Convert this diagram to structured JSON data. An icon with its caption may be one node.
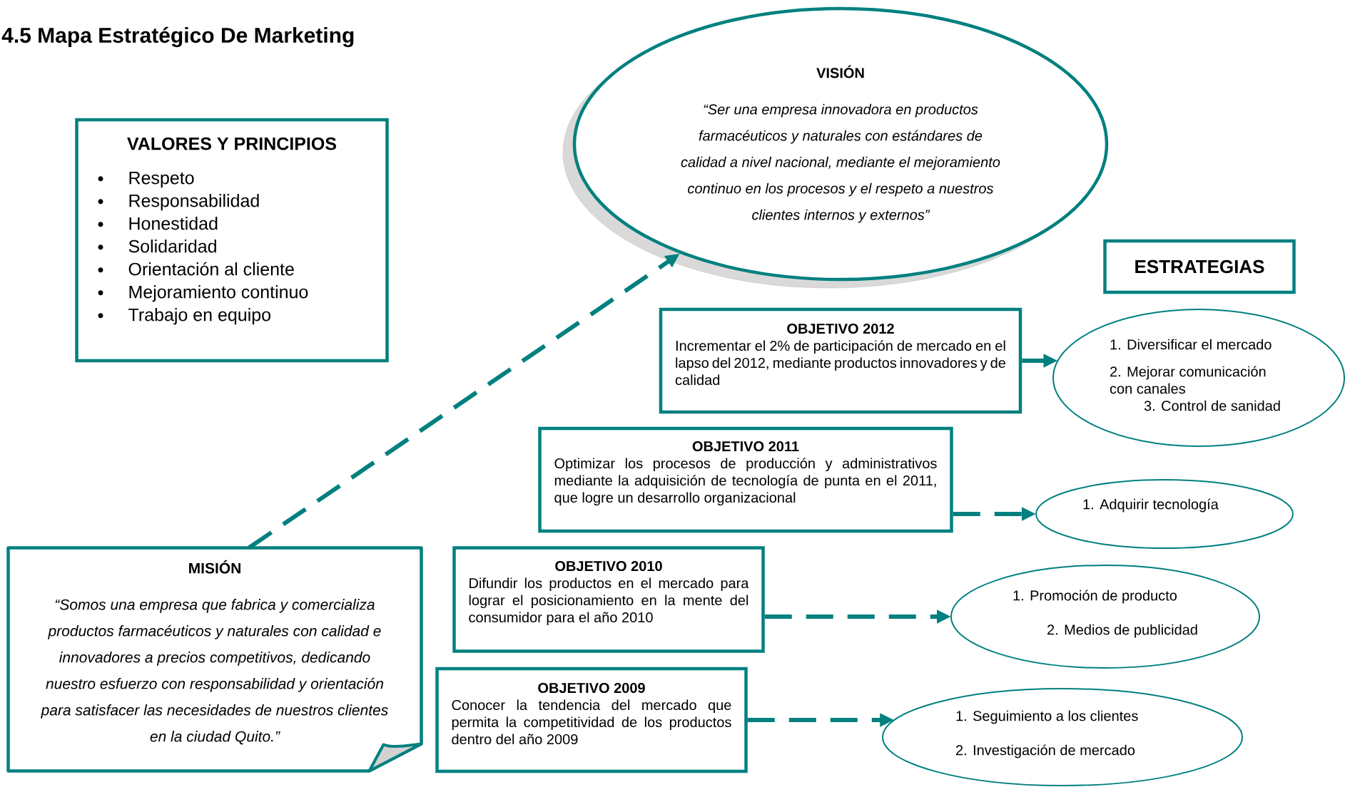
{
  "diagram": {
    "title": "4.5 Mapa Estratégico De Marketing",
    "nodes": [
      {
        "text": [
          "VISIÓN",
          "“Ser una empresa innovadora en productos farmacéuticos y naturales con estándares de calidad a nivel nacional, mediante el mejoramiento continuo en los procesos y el respeto a nuestros clientes internos y externos”"
        ]
      },
      {
        "text": [
          "VALORES Y PRINCIPIOS",
          "Respeto",
          "Responsabilidad",
          "Honestidad",
          "Solidaridad",
          "Orientación al cliente",
          "Mejoramiento continuo",
          "Trabajo en equipo"
        ]
      },
      {
        "text": [
          "ESTRATEGIAS"
        ]
      },
      {
        "text": [
          "OBJETIVO 2012",
          "Incrementar el 2% de participación de mercado en el lapso del 2012, mediante productos innovadores y de calidad"
        ]
      },
      {
        "text": [
          "1. Diversificar el mercado",
          "2. Mejorar comunicación con canales",
          "3. Control de sanidad"
        ]
      },
      {
        "text": [
          "OBJETIVO 2011",
          "Optimizar los procesos de producción y administrativos mediante la adquisición de tecnología de punta en el 2011, que logre un desarrollo organizacional"
        ]
      },
      {
        "text": [
          "1. Adquirir tecnología"
        ]
      },
      {
        "text": [
          "OBJETIVO 2010",
          "Difundir los productos en el mercado para lograr el posicionamiento en la mente del consumidor para el año 2010"
        ]
      },
      {
        "text": [
          "1. Promoción de producto",
          "2. Medios de publicidad"
        ]
      },
      {
        "text": [
          "OBJETIVO 2009",
          "Conocer la tendencia del mercado que permita la competitividad de los productos dentro del año 2009"
        ]
      },
      {
        "text": [
          "1. Seguimiento a los clientes",
          "2. Investigación de mercado"
        ]
      },
      {
        "text": [
          "MISIÓN",
          "“Somos una empresa que fabrica y comercializa productos farmacéuticos y naturales con calidad e innovadores a precios competitivos, dedicando nuestro esfuerzo con responsabilidad y orientación para satisfacer las necesidades de nuestros clientes en la ciudad Quito.”"
        ]
      }
    ],
    "edges": [
      {
        "from": 11,
        "to": 0,
        "arrow": "to",
        "style": "dashed"
      },
      {
        "from": 3,
        "to": 4,
        "arrow": "to",
        "style": "dashed"
      },
      {
        "from": 5,
        "to": 6,
        "arrow": "to",
        "style": "dashed"
      },
      {
        "from": 7,
        "to": 8,
        "arrow": "to",
        "style": "dashed"
      },
      {
        "from": 9,
        "to": 10,
        "arrow": "to",
        "style": "dashed"
      }
    ]
  }
}
